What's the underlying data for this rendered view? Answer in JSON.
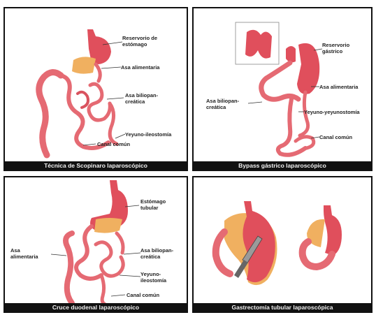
{
  "panels": [
    {
      "caption": "Técnica de Scopinaro laparoscópico",
      "labels": {
        "reservorio": "Reservorio de\nestómago",
        "asa_alimentaria": "Asa alimentaria",
        "asa_biliopancreatica": "Asa biliopan-\ncreática",
        "yeyuno_ileostomia": "Yeyuno-ileostomía",
        "canal_comun": "Canal común"
      }
    },
    {
      "caption": "Bypass gástrico laparoscópico",
      "labels": {
        "reservorio": "Reservorio\ngástrico",
        "asa_alimentaria": "Asa alimentaria",
        "asa_biliopancreatica": "Asa biliopan-\ncreática",
        "yeyuno_yeyunostomia": "Yeyuno-yeyunostomía",
        "canal_comun": "Canal común"
      }
    },
    {
      "caption": "Cruce duodenal laparoscópico",
      "labels": {
        "estomago_tubular": "Estómago\ntubular",
        "asa_alimentaria": "Asa\nalimentaria",
        "asa_biliopancreatica": "Asa biliopan-\ncreática",
        "yeyuno_ileostomia": "Yeyuno-\nileostomía",
        "canal_comun": "Canal común"
      }
    },
    {
      "caption": "Gastrectomía tubular laparoscópica",
      "labels": {}
    }
  ],
  "colors": {
    "intestine": "#e56a73",
    "stomach": "#e04f5c",
    "fat": "#f0b060",
    "caption_bg": "#111111",
    "caption_text": "#f2f2f2"
  },
  "icons": [
    "stomach-illustration",
    "intestine-illustration",
    "stapler-illustration"
  ]
}
